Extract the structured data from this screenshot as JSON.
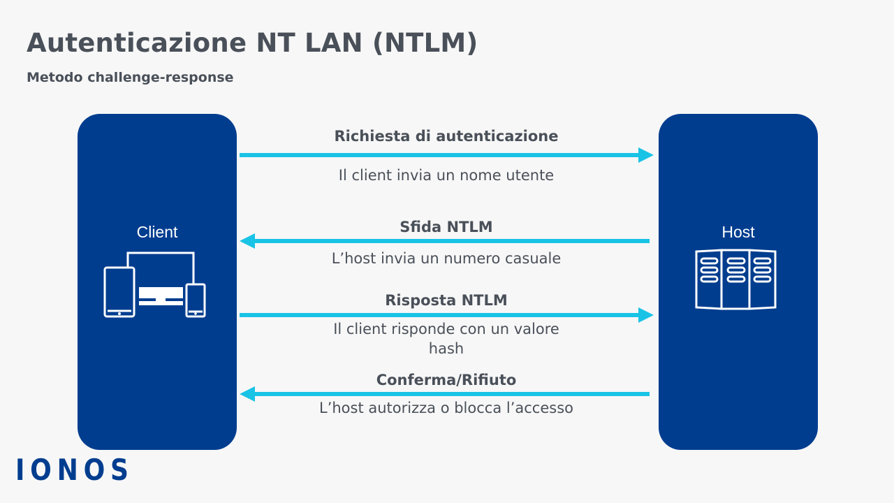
{
  "header": {
    "title": "Autenticazione NT LAN (NTLM)",
    "subtitle": "Metodo challenge-response"
  },
  "client": {
    "label": "Client",
    "icon": "devices-icon"
  },
  "host": {
    "label": "Host",
    "icon": "server-icon"
  },
  "steps": [
    {
      "title": "Richiesta di autenticazione",
      "description": "Il client invia un nome utente",
      "direction": "client-to-host"
    },
    {
      "title": "Sfida NTLM",
      "description": "L’host invia un numero casuale",
      "direction": "host-to-client"
    },
    {
      "title": "Risposta NTLM",
      "description": "Il client risponde con un valore hash",
      "direction": "client-to-host"
    },
    {
      "title": "Conferma/Rifiuto",
      "description": "L’host autorizza o blocca l’accesso",
      "direction": "host-to-client"
    }
  ],
  "brand": {
    "logo_text": "IONOS"
  },
  "colors": {
    "box": "#003d8f",
    "arrow": "#19c3e6",
    "text": "#4a5059",
    "background": "#f7f7f7"
  }
}
